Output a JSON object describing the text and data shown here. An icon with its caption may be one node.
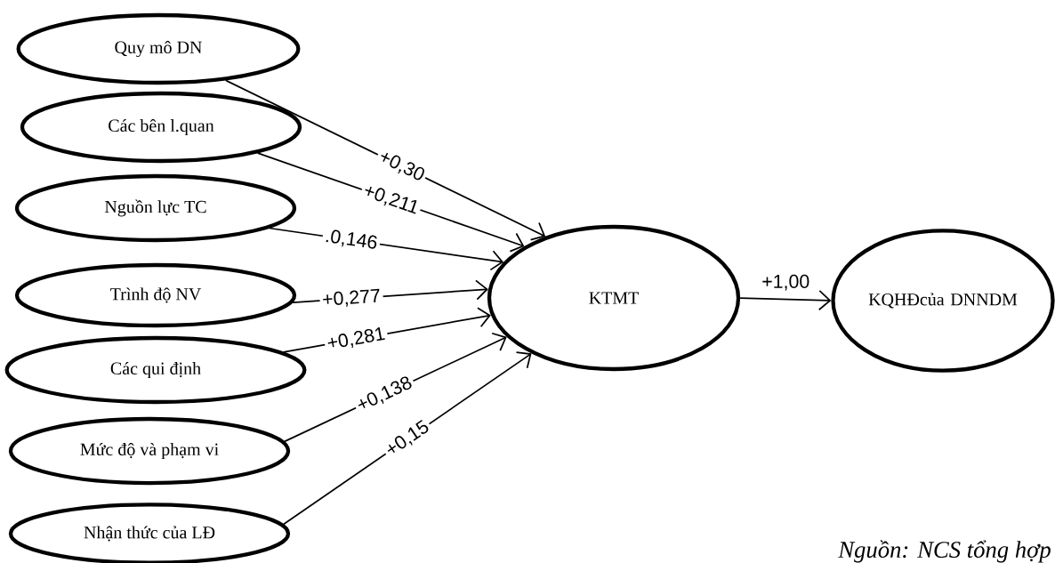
{
  "diagram": {
    "caption": "Nguồn: NCS tổng hợp",
    "nodes": [
      {
        "text": [
          "Quy mô DN"
        ]
      },
      {
        "text": [
          "Các bên l.quan"
        ]
      },
      {
        "text": [
          "Nguồn lực  TC"
        ]
      },
      {
        "text": [
          "Trình độ NV"
        ]
      },
      {
        "text": [
          "Các qui định"
        ]
      },
      {
        "text": [
          "Mức độ và phạm vi"
        ]
      },
      {
        "text": [
          "Nhận thức của LĐ"
        ]
      },
      {
        "text": [
          "KTMT"
        ]
      },
      {
        "text": [
          "KQHĐcủa DNNDM"
        ]
      }
    ],
    "edges": [
      {
        "from": 0,
        "to": 7,
        "arrow": "to",
        "label": "+0,30"
      },
      {
        "from": 1,
        "to": 7,
        "arrow": "to",
        "label": "+0,211"
      },
      {
        "from": 2,
        "to": 7,
        "arrow": "to",
        "label": ".0,146"
      },
      {
        "from": 3,
        "to": 7,
        "arrow": "to",
        "label": "+0,277"
      },
      {
        "from": 4,
        "to": 7,
        "arrow": "to",
        "label": "+0,281"
      },
      {
        "from": 5,
        "to": 7,
        "arrow": "to",
        "label": "+0,138"
      },
      {
        "from": 6,
        "to": 7,
        "arrow": "to",
        "label": "+0,15"
      },
      {
        "from": 7,
        "to": 8,
        "arrow": "to",
        "label": "+1,00"
      }
    ]
  }
}
